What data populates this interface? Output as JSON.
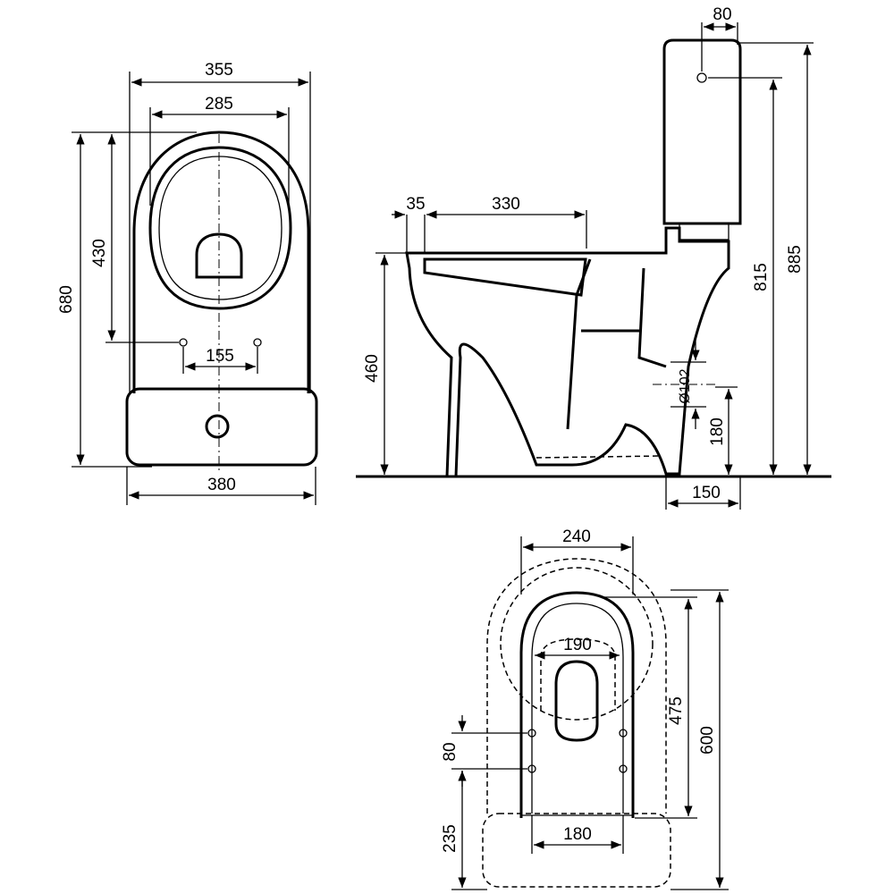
{
  "title": "Toilet dimensional drawing",
  "top_view": {
    "width_outer": "355",
    "width_seat": "285",
    "length_total": "680",
    "hole_distance": "430",
    "hole_spacing": "155",
    "width_tank": "380"
  },
  "side_view": {
    "rim_offset": "35",
    "bowl_length": "330",
    "seat_height": "460",
    "tank_inlet": "80",
    "inlet_height": "815",
    "total_height": "885",
    "outlet_diameter": "Ø102",
    "outlet_height": "180",
    "outlet_distance": "150"
  },
  "base_view": {
    "width_top": "240",
    "width_mid": "190",
    "length_inner": "475",
    "length_total": "600",
    "fixing_spacing": "80",
    "fixing_offset": "235",
    "width_bottom": "180"
  }
}
